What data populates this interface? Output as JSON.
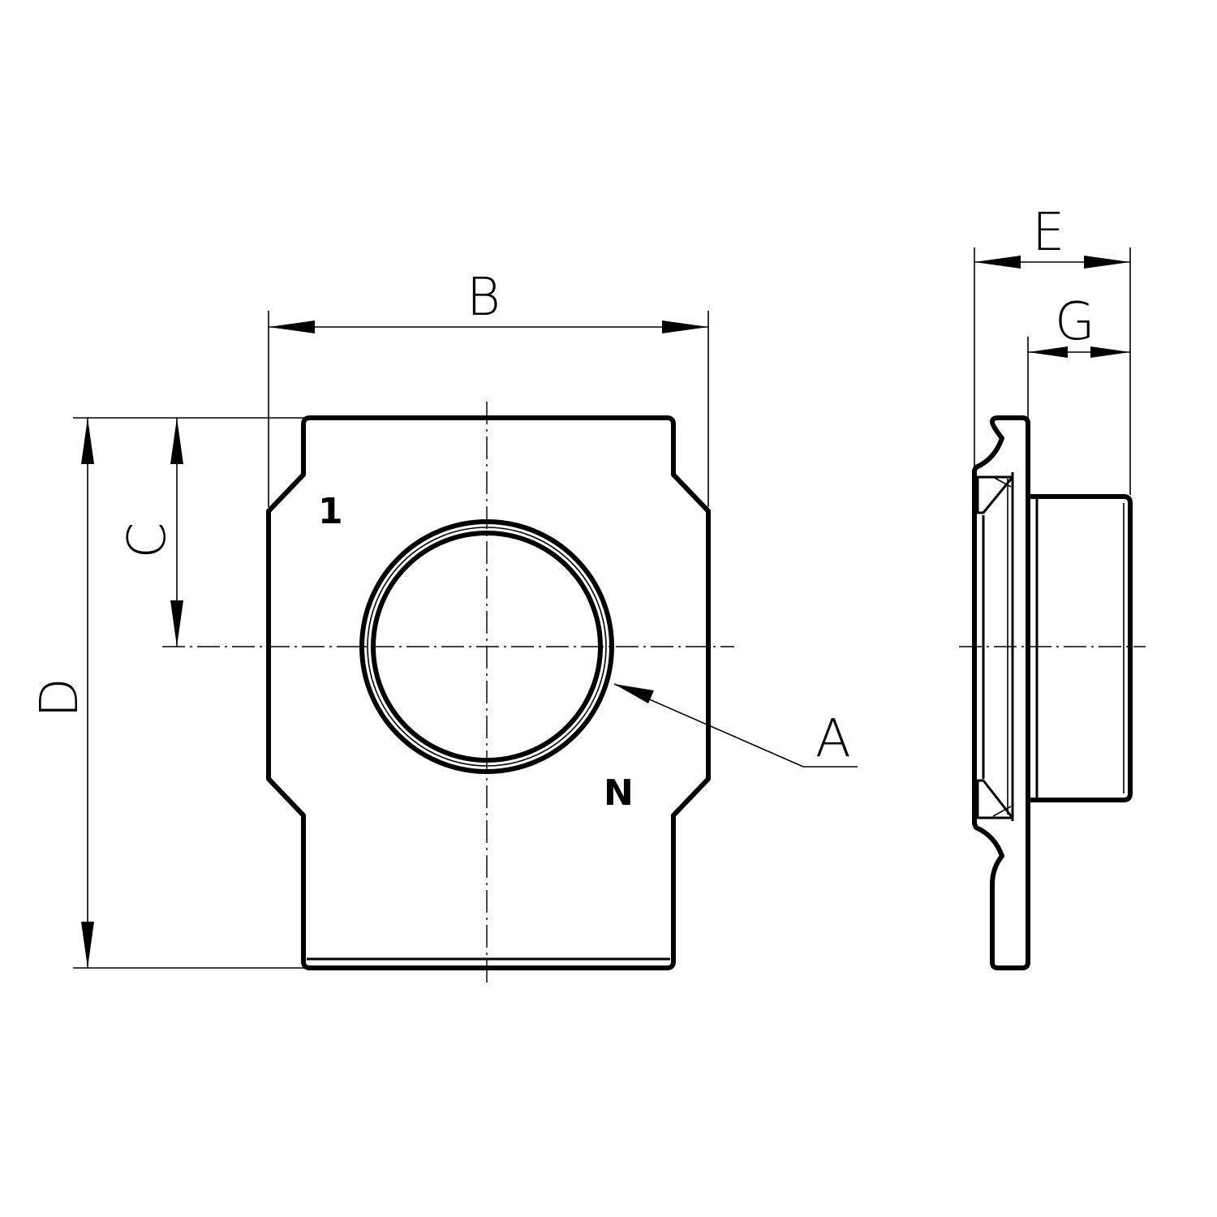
{
  "drawing": {
    "front_view": {
      "dim_width_label": "B",
      "dim_height_label": "D",
      "dim_offset_label": "C",
      "marking_top_left": "1",
      "marking_bottom_right": "N",
      "callout_label": "A"
    },
    "side_view": {
      "dim_length_label": "E",
      "dim_boss_label": "G"
    }
  }
}
